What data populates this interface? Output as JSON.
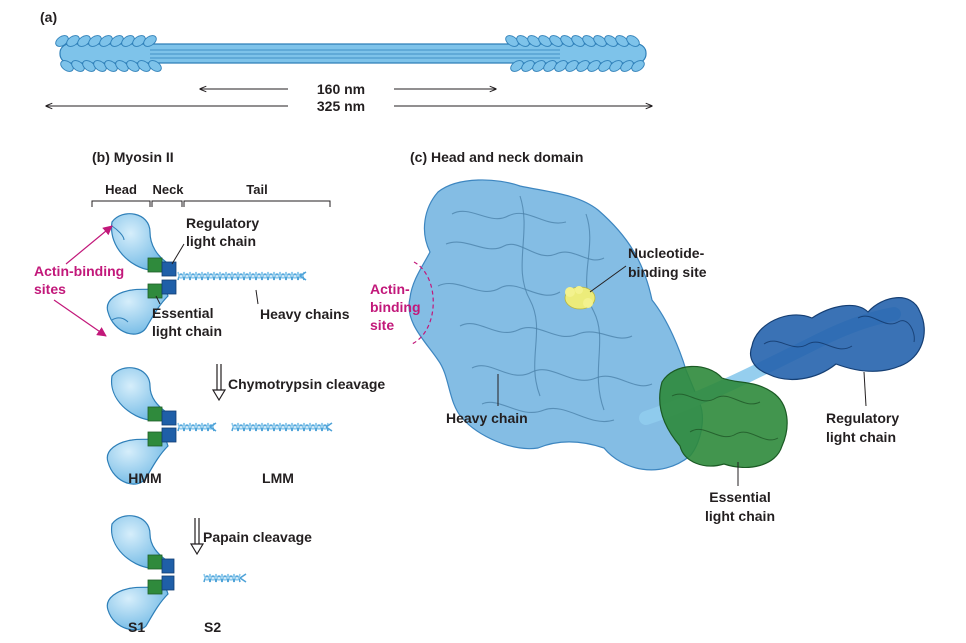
{
  "panel_a": {
    "label": "(a)",
    "dim_inner": "160 nm",
    "dim_outer": "325 nm"
  },
  "panel_b": {
    "label": "(b) Myosin II",
    "region_head": "Head",
    "region_neck": "Neck",
    "region_tail": "Tail",
    "regulatory_line1": "Regulatory",
    "regulatory_line2": "light chain",
    "essential_line1": "Essential",
    "essential_line2": "light chain",
    "heavy_chains": "Heavy chains",
    "actin_line1": "Actin-binding",
    "actin_line2": "sites",
    "chymotrypsin": "Chymotrypsin cleavage",
    "hmm": "HMM",
    "lmm": "LMM",
    "papain": "Papain cleavage",
    "s1": "S1",
    "s2": "S2"
  },
  "panel_c": {
    "label": "(c) Head and neck domain",
    "nucleotide_line1": "Nucleotide-",
    "nucleotide_line2": "binding site",
    "actin_line1": "Actin-",
    "actin_line2": "binding",
    "actin_line3": "site",
    "heavy_chain": "Heavy chain",
    "regulatory_line1": "Regulatory",
    "regulatory_line2": "light chain",
    "essential_line1": "Essential",
    "essential_line2": "light chain"
  },
  "colors": {
    "myosin_blue": "#7ec3ea",
    "myosin_outline": "#2e7fb8",
    "essential_green": "#2f8a3c",
    "regulatory_blue": "#1f5fa8",
    "nucleotide_yellow": "#ecec7a",
    "label_magenta": "#c2187a"
  }
}
